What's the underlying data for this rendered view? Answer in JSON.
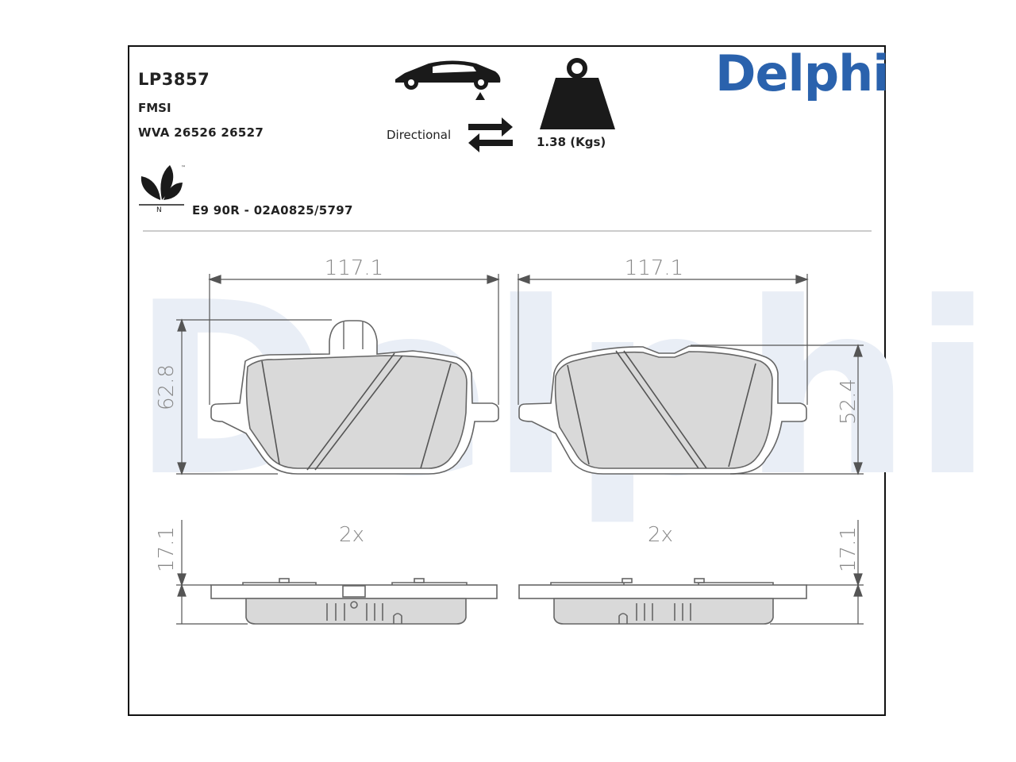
{
  "header": {
    "part_number": "LP3857",
    "fmsi_label": "FMSI",
    "wva": "WVA 26526 26527",
    "approval": "E9 90R - 02A0825/5797",
    "directional_label": "Directional",
    "weight_label": "1.38 (Kgs)",
    "brand": "Delphi",
    "eco_letter": "N",
    "eco_tm": "™"
  },
  "icons": [
    "car-rear-position-icon",
    "directional-arrows-icon",
    "weight-icon",
    "eco-leaf-icon"
  ],
  "dimensions": {
    "left_width": "117.1",
    "right_width": "117.1",
    "left_height": "62.8",
    "right_height": "52.4",
    "left_thickness": "17.1",
    "right_thickness": "17.1",
    "left_qty": "2x",
    "right_qty": "2x"
  },
  "colors": {
    "brand": "#2a62ad",
    "pad_fill": "#d9d9d9",
    "watermark": "#e9eef6"
  }
}
